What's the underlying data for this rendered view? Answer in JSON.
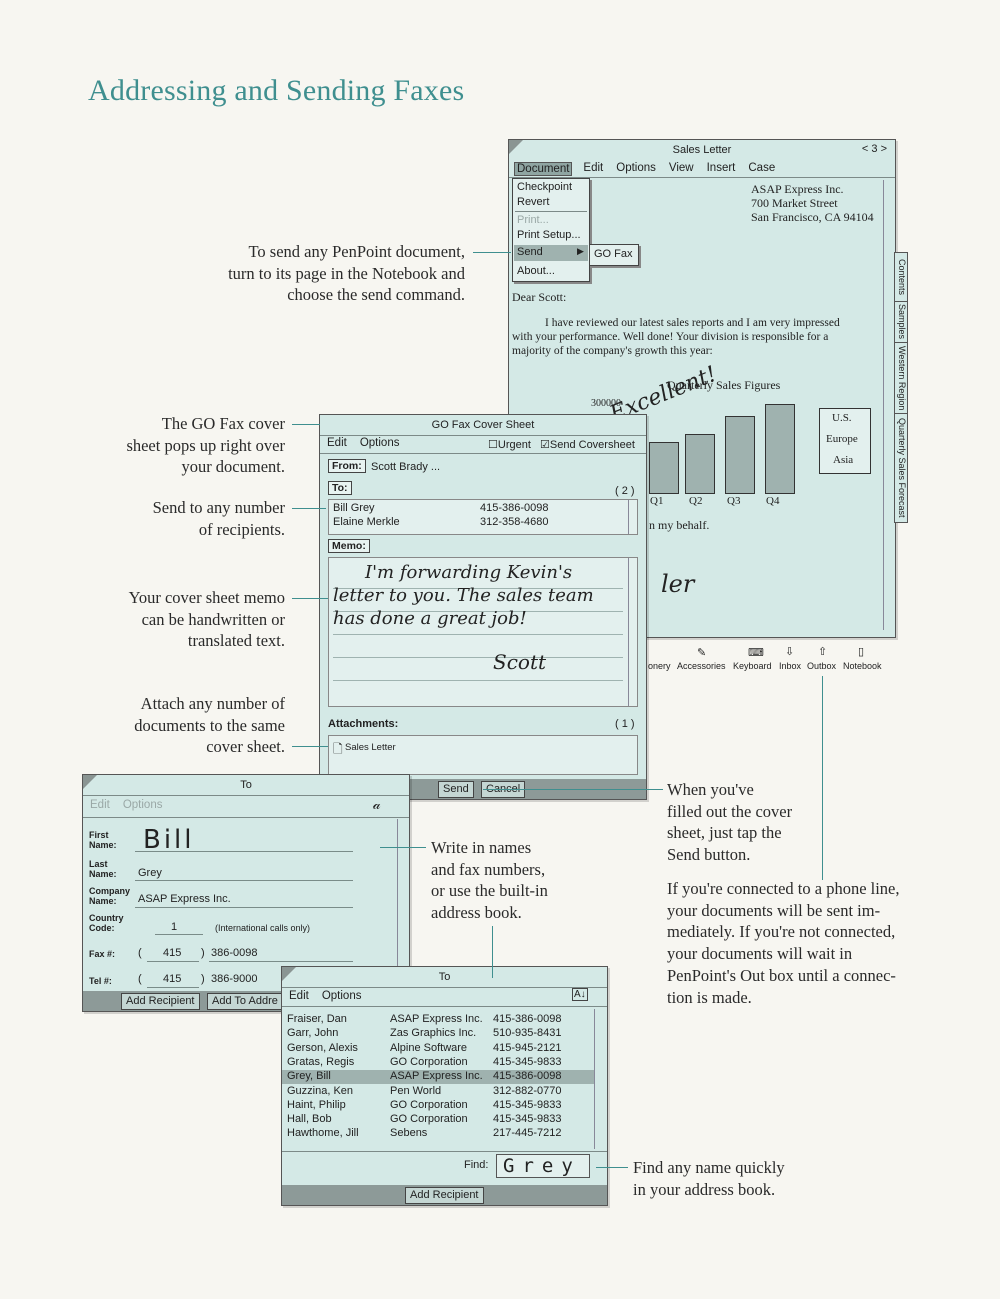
{
  "page_title": "Addressing and Sending Faxes",
  "callouts": {
    "send_command": [
      "To send any PenPoint document,",
      "turn to its page in the Notebook and",
      "choose the send command."
    ],
    "cover_popup": [
      "The GO Fax cover",
      "sheet pops up right over",
      "your document."
    ],
    "recipients": [
      "Send to any number",
      "of recipients."
    ],
    "memo": [
      "Your cover sheet memo",
      "can be handwritten or",
      "translated text."
    ],
    "attach": [
      "Attach any number of",
      "documents to the same",
      "cover sheet."
    ],
    "write_names": [
      "Write in names",
      "and fax numbers,",
      "or use the built-in",
      "address book."
    ],
    "send_button": [
      "When you've",
      "filled out the cover",
      "sheet, just tap the",
      "Send button."
    ],
    "phone_line": [
      "If you're connected to a phone line,",
      "your documents will be sent im-",
      "mediately. If you're not connected,",
      "your documents will wait in",
      "PenPoint's Out box until a connec-",
      "tion is made."
    ],
    "find": [
      "Find any name quickly",
      "in your address book."
    ]
  },
  "sales_letter": {
    "title": "Sales Letter",
    "page": "< 3 >",
    "menu": [
      "Document",
      "Edit",
      "Options",
      "View",
      "Insert",
      "Case"
    ],
    "doc_menu": [
      "Checkpoint",
      "Revert",
      "Print...",
      "Print Setup...",
      "Send",
      "About..."
    ],
    "submenu": "GO Fax",
    "address": [
      "ASAP Express Inc.",
      "700 Market Street",
      "San Francisco, CA 94104"
    ],
    "salutation": "Dear Scott:",
    "body": [
      "I have reviewed our latest sales reports and I am very impressed",
      "with your performance. Well done!  Your division is responsible for a",
      "majority of the company's growth this year:"
    ],
    "chart_title": "Quarterly Sales Figures",
    "chart_axis": "300000",
    "quarters": [
      "Q1",
      "Q2",
      "Q3",
      "Q4"
    ],
    "legend": [
      "U.S.",
      "Europe",
      "Asia"
    ],
    "handwriting": "Excellent!",
    "sign_text": "n my behalf.",
    "sign_hand": "ler",
    "tabs": [
      "Contents",
      "Samples",
      "Western Region",
      "Quarterly Sales Forecast"
    ]
  },
  "bookshelf": [
    "onery",
    "Accessories",
    "Keyboard",
    "Inbox",
    "Outbox",
    "Notebook"
  ],
  "cover_sheet": {
    "title": "GO Fax Cover Sheet",
    "menu": [
      "Edit",
      "Options"
    ],
    "urgent": "Urgent",
    "send_cover": "Send Coversheet",
    "from_label": "From:",
    "from_value": "Scott Brady ...",
    "to_label": "To:",
    "to_count": "( 2 )",
    "recipients": [
      {
        "name": "Bill Grey",
        "fax": "415-386-0098"
      },
      {
        "name": "Elaine Merkle",
        "fax": "312-358-4680"
      }
    ],
    "memo_label": "Memo:",
    "memo_lines": [
      "I'm forwarding Kevin's",
      "letter to you. The sales team",
      "has done a great job!",
      "Scott"
    ],
    "attachments_label": "Attachments:",
    "attach_count": "( 1 )",
    "attachment": "Sales Letter",
    "send": "Send",
    "cancel": "Cancel"
  },
  "to_form": {
    "title": "To",
    "menu": [
      "Edit",
      "Options"
    ],
    "first_label": "First Name:",
    "first_value": "Bill",
    "last_label": "Last Name:",
    "last_value": "Grey",
    "company_label": "Company Name:",
    "company_value": "ASAP Express Inc.",
    "country_label": "Country Code:",
    "country_value": "1",
    "country_note": "(International calls only)",
    "fax_label": "Fax #:",
    "fax_area": "415",
    "fax_num": "386-0098",
    "tel_label": "Tel #:",
    "tel_area": "415",
    "tel_num": "386-9000",
    "btn_add": "Add Recipient",
    "btn_addto": "Add To Addre"
  },
  "address_book": {
    "title": "To",
    "menu": [
      "Edit",
      "Options"
    ],
    "rows": [
      [
        "Fraiser, Dan",
        "ASAP Express Inc.",
        "415-386-0098"
      ],
      [
        "Garr, John",
        "Zas Graphics Inc.",
        "510-935-8431"
      ],
      [
        "Gerson, Alexis",
        "Alpine Software",
        "415-945-2121"
      ],
      [
        "Gratas, Regis",
        "GO Corporation",
        "415-345-9833"
      ],
      [
        "Grey, Bill",
        "ASAP Express Inc.",
        "415-386-0098"
      ],
      [
        "Guzzina, Ken",
        "Pen World",
        "312-882-0770"
      ],
      [
        "Haint, Philip",
        "GO Corporation",
        "415-345-9833"
      ],
      [
        "Hall, Bob",
        "GO Corporation",
        "415-345-9833"
      ],
      [
        "Hawthome, Jill",
        "Sebens",
        "217-445-7212"
      ]
    ],
    "selected_index": 4,
    "find_label": "Find:",
    "find_value": "Grey",
    "add": "Add Recipient"
  },
  "colors": {
    "accent": "#3f8f8f",
    "window_bg": "#d4e9e6",
    "page_bg": "#f7f6f1"
  }
}
